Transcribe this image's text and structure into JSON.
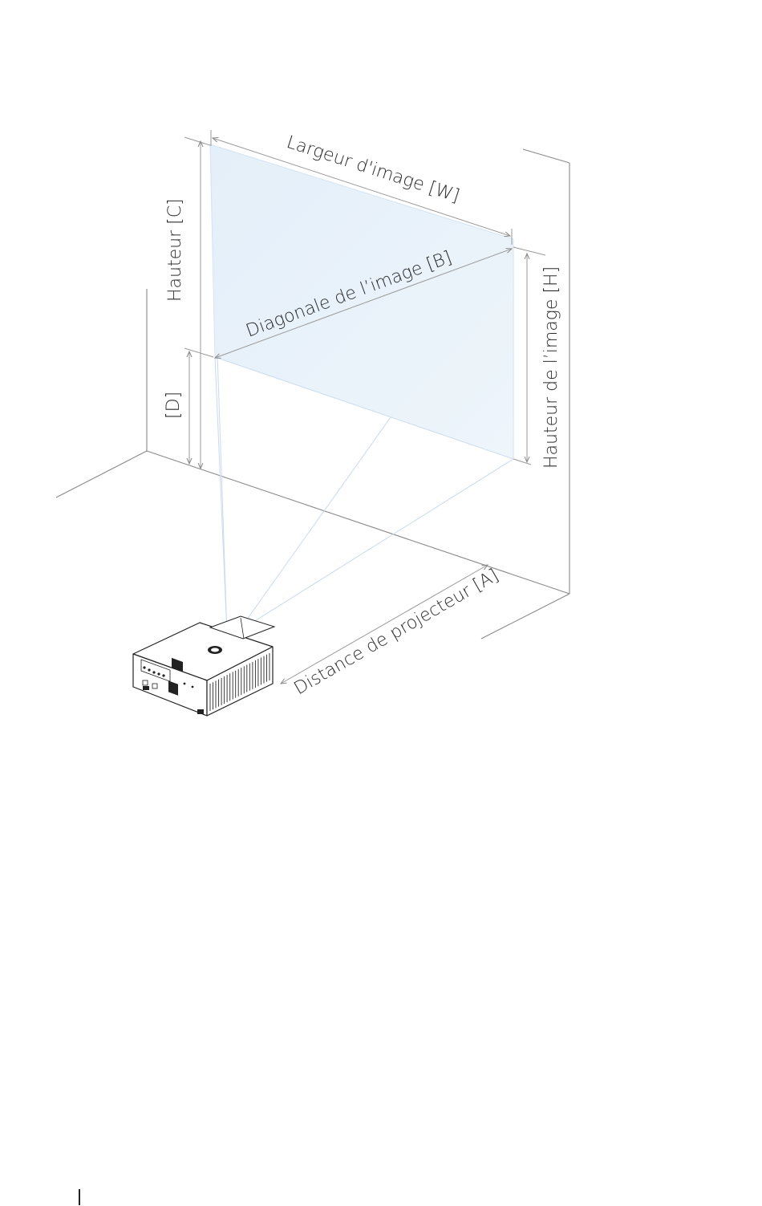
{
  "labels": {
    "image_width": "Largeur d'image [W]",
    "height_c": "Hauteur [C]",
    "image_diagonal": "Diagonale de l’image [B]",
    "image_height": "Hauteur de l’image [H]",
    "offset_d": "[D]",
    "projector_distance": "Distance de projecteur [A]"
  },
  "colors": {
    "screen_fill": "#eaf3fb",
    "beam": "#c9daf0",
    "lines": "#8a8a8a",
    "text": "#2b2b2b"
  },
  "icons": {
    "projector": "projector-device-icon"
  }
}
